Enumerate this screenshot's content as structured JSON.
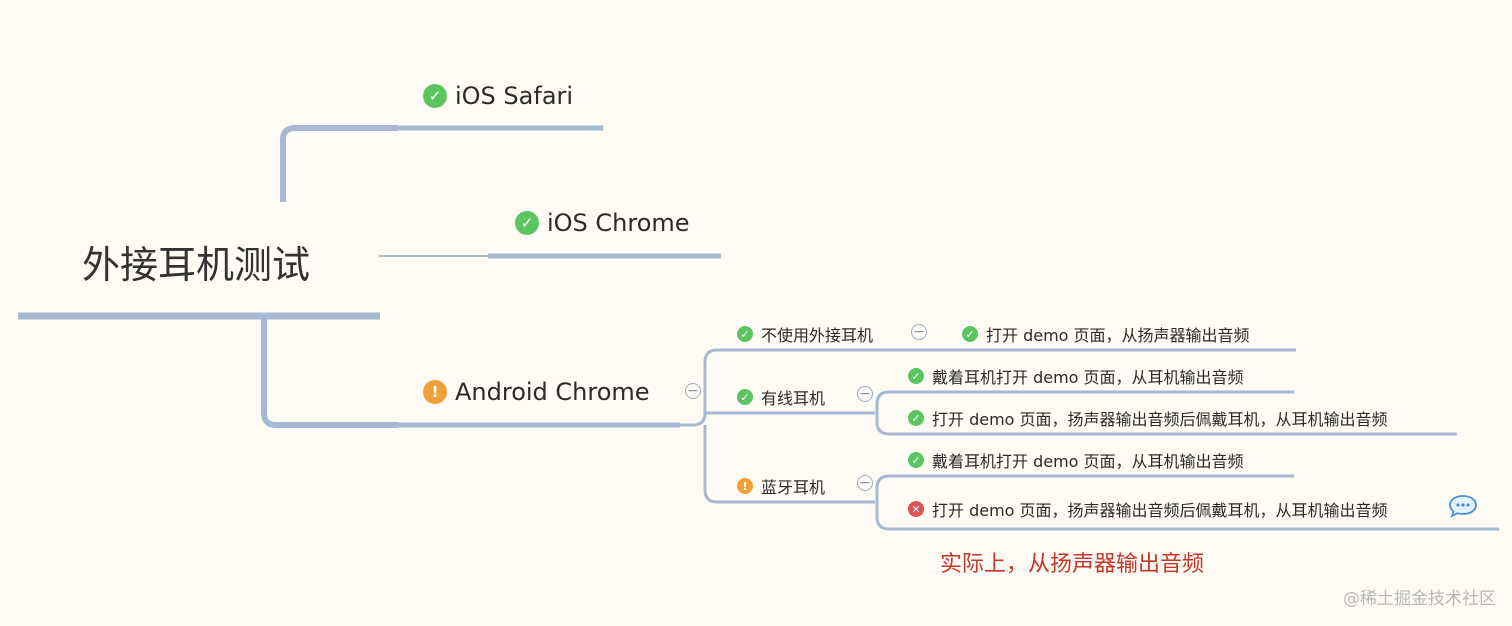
{
  "root": {
    "label": "外接耳机测试"
  },
  "branches": {
    "ios_safari": {
      "label": "iOS Safari",
      "status": "ok"
    },
    "ios_chrome": {
      "label": "iOS Chrome",
      "status": "ok"
    },
    "android_chrome": {
      "label": "Android Chrome",
      "status": "warn",
      "children": {
        "no_headphone": {
          "label": "不使用外接耳机",
          "status": "ok",
          "children": [
            {
              "label": "打开 demo 页面，从扬声器输出音频",
              "status": "ok"
            }
          ]
        },
        "wired": {
          "label": "有线耳机",
          "status": "ok",
          "children": [
            {
              "label": "戴着耳机打开 demo 页面，从耳机输出音频",
              "status": "ok"
            },
            {
              "label": "打开 demo 页面，扬声器输出音频后佩戴耳机，从耳机输出音频",
              "status": "ok"
            }
          ]
        },
        "bluetooth": {
          "label": "蓝牙耳机",
          "status": "warn",
          "children": [
            {
              "label": "戴着耳机打开 demo 页面，从耳机输出音频",
              "status": "ok"
            },
            {
              "label": "打开 demo 页面，扬声器输出音频后佩戴耳机，从耳机输出音频",
              "status": "error"
            }
          ]
        }
      }
    }
  },
  "note": {
    "text": "实际上，从扬声器输出音频"
  },
  "watermark": {
    "text": "@稀土掘金技术社区"
  },
  "icons": {
    "ok": "check-circle-icon",
    "warn": "exclamation-circle-icon",
    "error": "x-circle-icon",
    "collapse": "minus-circle-icon",
    "comment": "speech-bubble-icon"
  },
  "colors": {
    "connector": "#a7b8d2",
    "ok": "#5cc461",
    "warn": "#f0a038",
    "error": "#e05252",
    "note": "#c0392b"
  }
}
